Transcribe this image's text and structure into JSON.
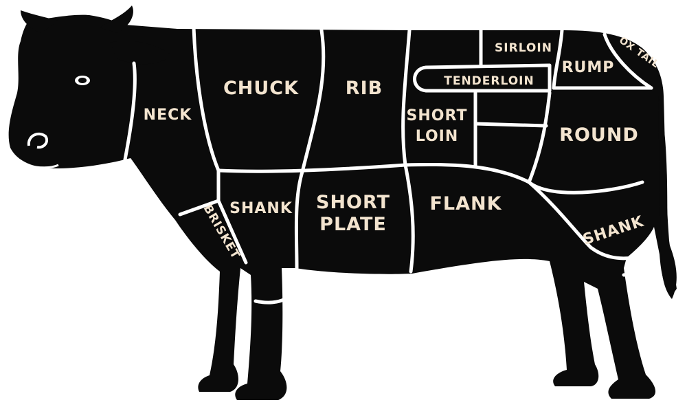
{
  "colors": {
    "body": "#0b0b0b",
    "label": "#f3e4cf",
    "cut_lines": "#ffffff",
    "background": "#ffffff"
  },
  "cuts": {
    "neck": "NECK",
    "chuck": "CHUCK",
    "rib": "RIB",
    "sirloin": "SIRLOIN",
    "tenderloin": "TENDERLOIN",
    "rump": "RUMP",
    "ox_tail": "OX TAIL",
    "short_loin_line1": "SHORT",
    "short_loin_line2": "LOIN",
    "round": "ROUND",
    "brisket": "BRISKET",
    "fore_shank": "SHANK",
    "short_plate_line1": "SHORT",
    "short_plate_line2": "PLATE",
    "flank": "FLANK",
    "hind_shank": "SHANK"
  }
}
